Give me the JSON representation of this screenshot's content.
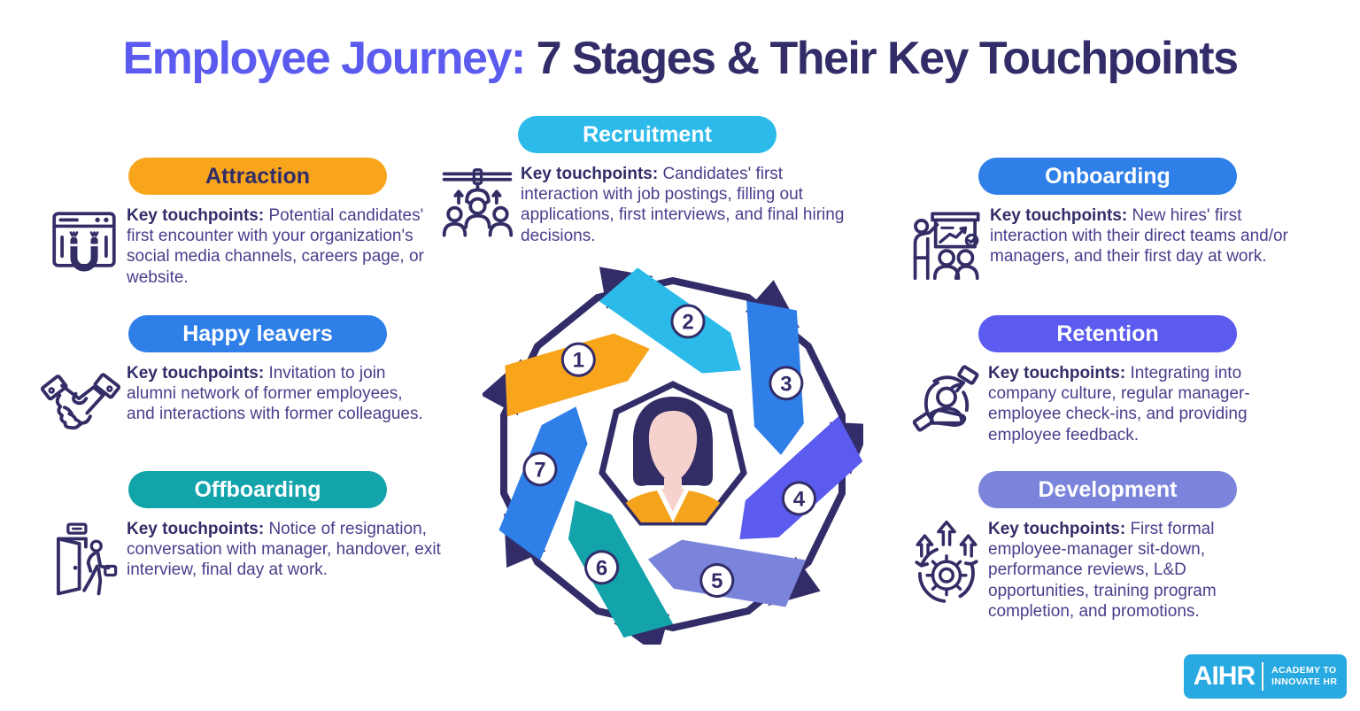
{
  "title": {
    "part1": "Employee Journey: ",
    "part2": "7 Stages & Their Key Touchpoints"
  },
  "colors": {
    "orange": "#F9A51B",
    "cyan": "#2CBAEB",
    "blue": "#2F7FE8",
    "violet": "#5B5BF0",
    "lavender": "#7B84DB",
    "teal": "#12A3AB",
    "navy": "#322D68",
    "text_purple": "#473F8C",
    "logo_blue": "#29A9E1",
    "skin_pink": "#F6D2CE"
  },
  "sections": {
    "attraction": {
      "title": "Attraction",
      "badge_color": "#F9A51B",
      "badge_text_color": "#322D68",
      "label": "Key touchpoints:",
      "icon": "magnet-browser-icon",
      "text": "Potential candidates' first encounter with your organization's social media channels, careers page, or website."
    },
    "happy_leavers": {
      "title": "Happy leavers",
      "badge_color": "#2F7FE8",
      "badge_text_color": "#FFFFFF",
      "label": "Key touchpoints:",
      "icon": "handshake-icon",
      "text": "Invitation to join alumni network of former employees, and interactions with former colleagues."
    },
    "offboarding": {
      "title": "Offboarding",
      "badge_color": "#12A3AB",
      "badge_text_color": "#FFFFFF",
      "label": "Key touchpoints:",
      "icon": "exit-door-icon",
      "text": "Notice of resignation, conversation with manager, handover, exit interview, final day at work."
    },
    "recruitment": {
      "title": "Recruitment",
      "badge_color": "#2CBAEB",
      "badge_text_color": "#FFFFFF",
      "label": "Key touchpoints:",
      "icon": "claw-picking-candidate-icon",
      "text": "Candidates' first interaction with job postings, filling out applications, first interviews, and final hiring decisions."
    },
    "onboarding": {
      "title": "Onboarding",
      "badge_color": "#2F7FE8",
      "badge_text_color": "#FFFFFF",
      "label": "Key touchpoints:",
      "icon": "presentation-training-icon",
      "text": "New hires' first interaction with their direct teams and/or managers, and their first day at work."
    },
    "retention": {
      "title": "Retention",
      "badge_color": "#5B5BF0",
      "badge_text_color": "#FFFFFF",
      "label": "Key touchpoints:",
      "icon": "hands-holding-employee-icon",
      "text": "Integrating into company culture, regular manager-employee check-ins, and providing employee feedback."
    },
    "development": {
      "title": "Development",
      "badge_color": "#7B84DB",
      "badge_text_color": "#FFFFFF",
      "label": "Key touchpoints:",
      "icon": "gear-growth-arrows-icon",
      "text": "First formal employee-manager sit-down, performance reviews, L&D opportunities, training program completion, and promotions."
    }
  },
  "wheel": {
    "center_figure": "businesswoman-avatar",
    "segments": [
      {
        "number": "2",
        "stage": "Recruitment",
        "color": "#2CBAEB"
      },
      {
        "number": "3",
        "stage": "Onboarding",
        "color": "#2F7FE8"
      },
      {
        "number": "4",
        "stage": "Retention",
        "color": "#5B5BF0"
      },
      {
        "number": "5",
        "stage": "Development",
        "color": "#7B84DB"
      },
      {
        "number": "6",
        "stage": "Offboarding",
        "color": "#12A3AB"
      },
      {
        "number": "7",
        "stage": "Happy leavers",
        "color": "#2F7FE8"
      },
      {
        "number": "1",
        "stage": "Attraction",
        "color": "#F9A51B"
      }
    ]
  },
  "logo": {
    "brand": "AIHR",
    "tagline_line1": "ACADEMY TO",
    "tagline_line2": "INNOVATE HR"
  }
}
